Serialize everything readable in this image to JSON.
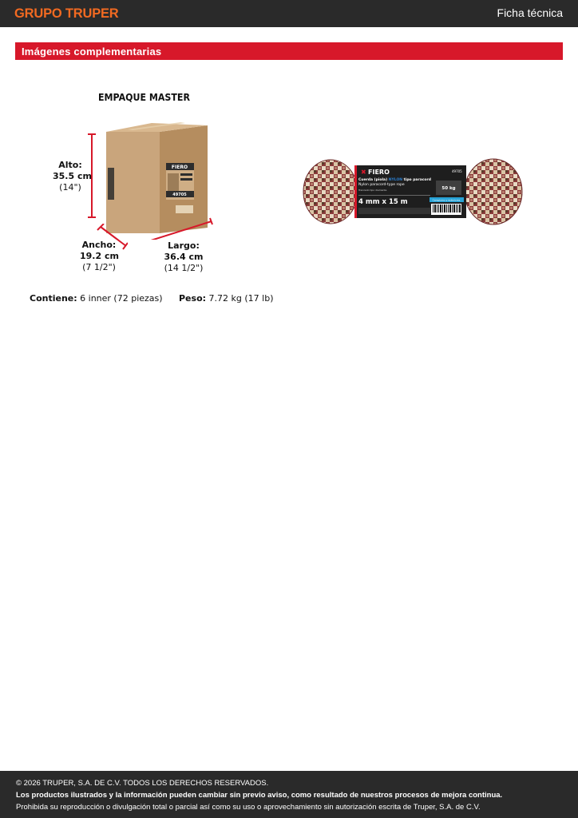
{
  "header": {
    "brand": "GRUPO TRUPER",
    "doc_type": "Ficha técnica",
    "brand_color": "#f26a21",
    "bar_color": "#2a2a2a"
  },
  "section": {
    "title": "Imágenes complementarias",
    "color": "#d7182a"
  },
  "master_pack": {
    "title": "EMPAQUE MASTER",
    "height": {
      "label": "Alto:",
      "metric": "35.5 cm",
      "imperial": "(14\")"
    },
    "width": {
      "label": "Ancho:",
      "metric": "19.2 cm",
      "imperial": "(7 1/2\")"
    },
    "length": {
      "label": "Largo:",
      "metric": "36.4 cm",
      "imperial": "(14 1/2\")"
    },
    "box_brand": "FIERO",
    "box_code": "49705",
    "contains_label": "Contiene:",
    "contains_value": "6 inner (72 piezas)",
    "weight_label": "Peso:",
    "weight_value": "7.72 kg (17 lb)"
  },
  "product": {
    "brand": "FIERO",
    "code": "49705",
    "name_es_prefix": "Cuerda (piola)",
    "name_es_highlight": "NYLON",
    "name_es_suffix": "tipo paracord",
    "name_en": "Nylon paracord-type rope",
    "braid": "Trenzado tipo diamante",
    "size": "4 mm x 15 m",
    "load_value": "50 kg",
    "strip": "Campismo y exteriores"
  },
  "footer": {
    "copyright": "© 2026 TRUPER, S.A. DE C.V. TODOS LOS DERECHOS RESERVADOS.",
    "notice": "Los productos ilustrados y la información pueden cambiar sin previo aviso, como resultado de nuestros procesos de mejora continua.",
    "prohibition": "Prohibida su reproducción o divulgación total o parcial así como su uso o aprovechamiento sin autorización escrita de Truper, S.A. de C.V."
  }
}
